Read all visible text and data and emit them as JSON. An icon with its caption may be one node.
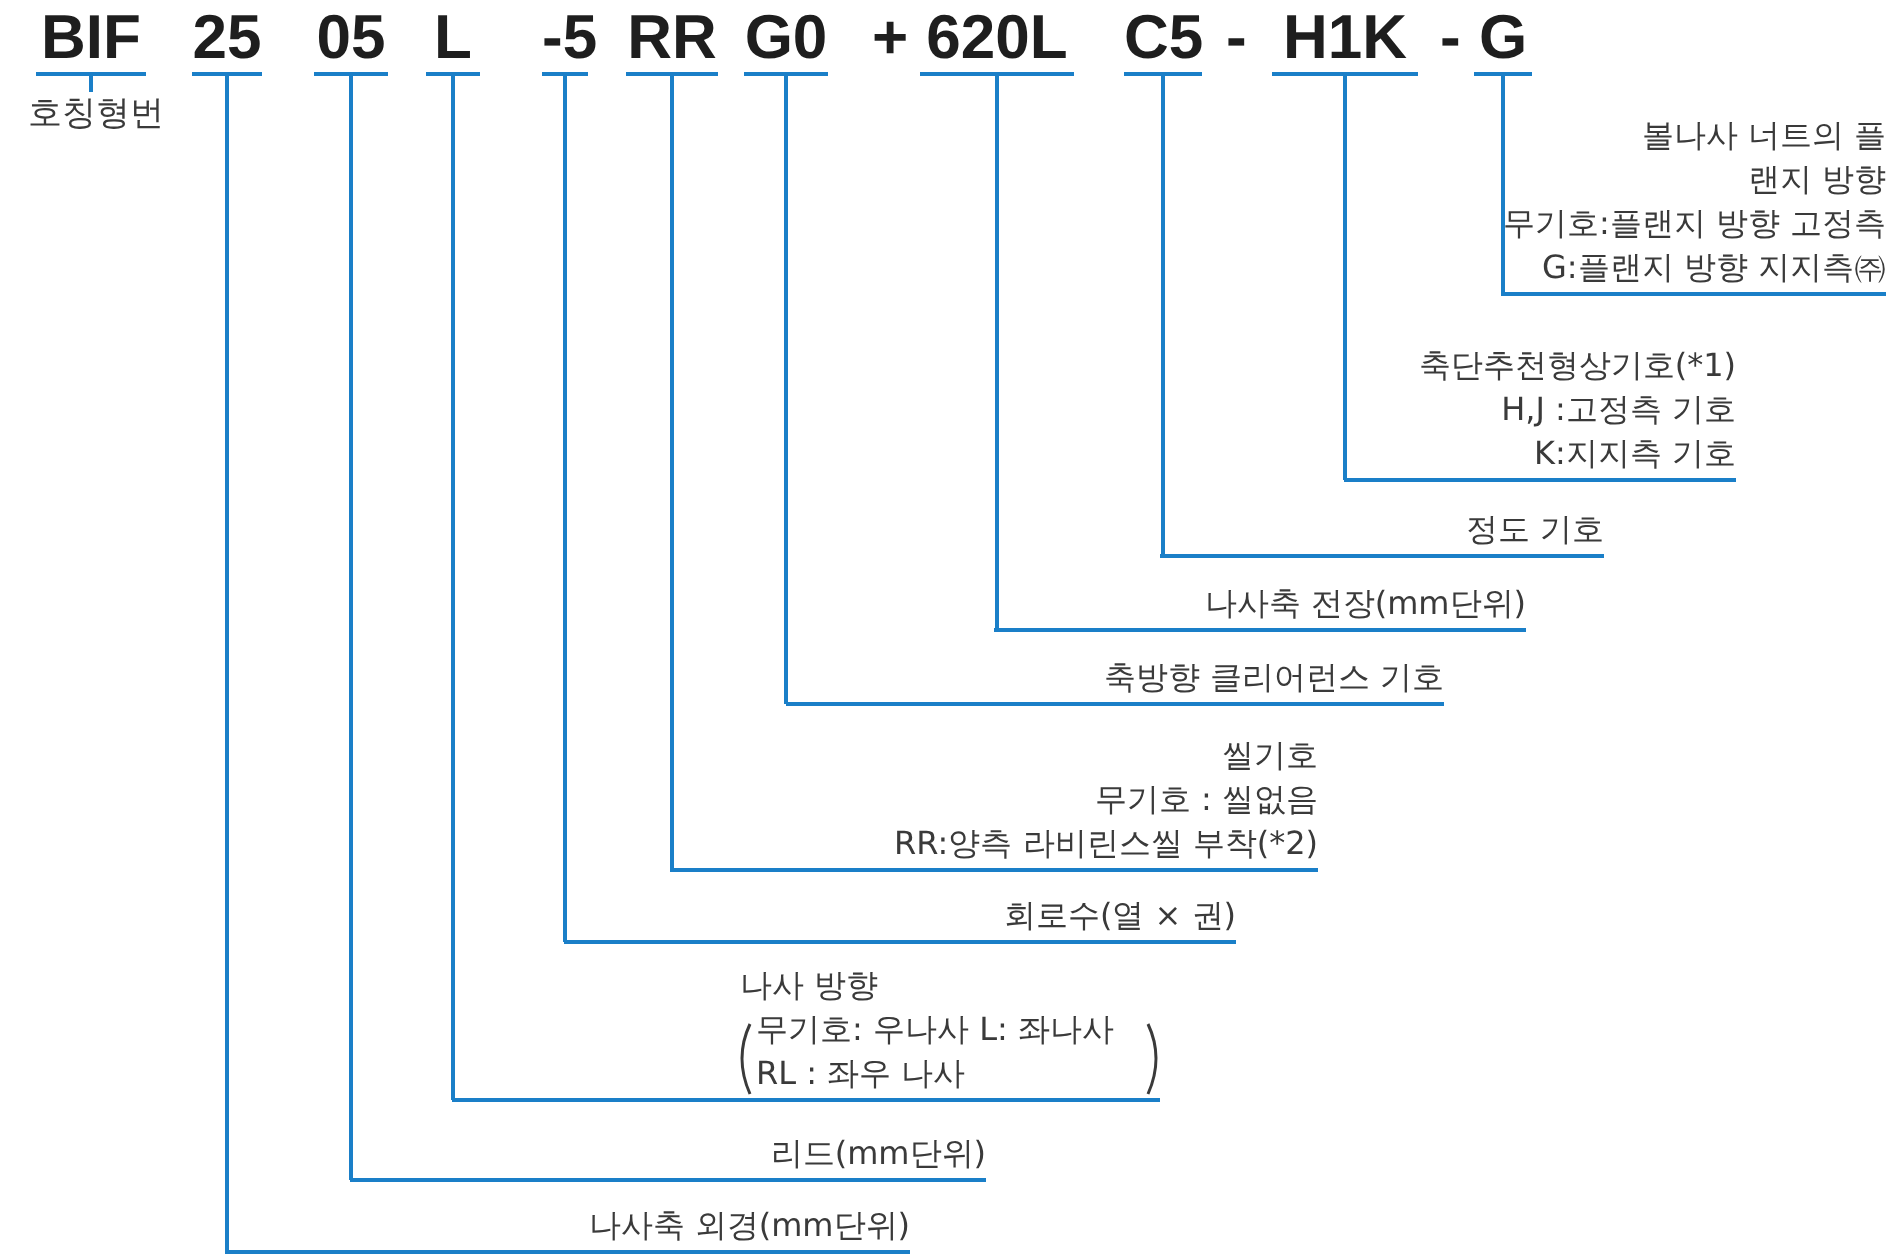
{
  "diagram": {
    "nodes": [
      {
        "text": [
          "BIF"
        ]
      },
      {
        "text": [
          "25"
        ]
      },
      {
        "text": [
          "05"
        ]
      },
      {
        "text": [
          "L"
        ]
      },
      {
        "text": [
          "-5"
        ]
      },
      {
        "text": [
          "RR"
        ]
      },
      {
        "text": [
          "G0"
        ]
      },
      {
        "text": [
          "620L"
        ]
      },
      {
        "text": [
          "C5"
        ]
      },
      {
        "text": [
          "H1K"
        ]
      },
      {
        "text": [
          "G"
        ]
      },
      {
        "text": [
          "호칭형번"
        ]
      },
      {
        "text": [
          "볼나사 너트의 플랜지 방향",
          "무기호:플랜지 방향 고정측",
          "G:플랜지 방향 지지측㈜"
        ]
      },
      {
        "text": [
          "축단추천형상기호(*1)",
          "H,J :고정측 기호",
          "K:지지측 기호"
        ]
      },
      {
        "text": [
          "정도 기호"
        ]
      },
      {
        "text": [
          "나사축 전장(mm단위)"
        ]
      },
      {
        "text": [
          "축방향 클리어런스 기호"
        ]
      },
      {
        "text": [
          "씰기호",
          "무기호 : 씰없음",
          "RR:양측 라비린스씰 부착(*2)"
        ]
      },
      {
        "text": [
          "회로수(열 × 권)"
        ]
      },
      {
        "text": [
          "나사 방향",
          "무기호: 우나사 L: 좌나사",
          "RL : 좌우 나사"
        ]
      },
      {
        "text": [
          "리드(mm단위)"
        ]
      },
      {
        "text": [
          "나사축 외경(mm단위)"
        ]
      }
    ],
    "edges": [
      {
        "from": 0,
        "to": 11,
        "arrow": "none"
      },
      {
        "from": 10,
        "to": 12,
        "arrow": "none"
      },
      {
        "from": 9,
        "to": 13,
        "arrow": "none"
      },
      {
        "from": 8,
        "to": 14,
        "arrow": "none"
      },
      {
        "from": 7,
        "to": 15,
        "arrow": "none"
      },
      {
        "from": 6,
        "to": 16,
        "arrow": "none"
      },
      {
        "from": 5,
        "to": 17,
        "arrow": "none"
      },
      {
        "from": 4,
        "to": 18,
        "arrow": "none"
      },
      {
        "from": 3,
        "to": 19,
        "arrow": "none"
      },
      {
        "from": 2,
        "to": 20,
        "arrow": "none"
      },
      {
        "from": 1,
        "to": 21,
        "arrow": "none"
      }
    ],
    "labels": [
      "+",
      "-",
      "-"
    ]
  }
}
